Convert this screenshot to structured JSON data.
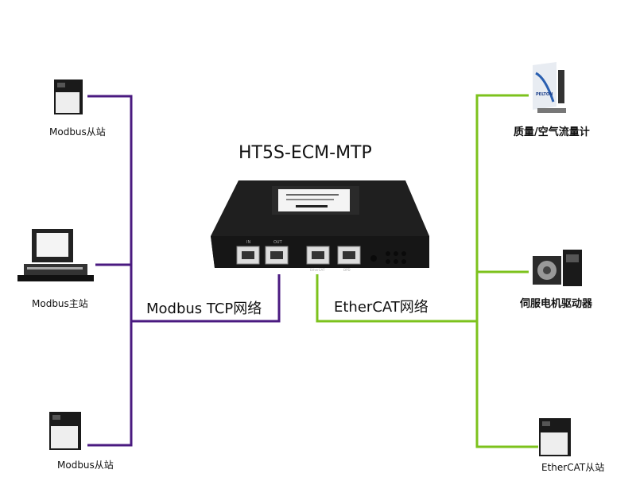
{
  "title": "HT5S-ECM-MTP",
  "left": {
    "network_label": "Modbus TCP网络",
    "nodes": [
      "Modbus从站",
      "Modbus主站",
      "Modbus从站"
    ]
  },
  "right": {
    "network_label": "EtherCAT网络",
    "nodes": [
      "质量/空气流量计",
      "伺服电机驱动器",
      "EtherCAT从站"
    ]
  },
  "gateway": {
    "port_labels": [
      "IN",
      "OUT",
      "EtherCAT",
      "DPD"
    ],
    "flowmeter_brand": "PELTON"
  },
  "colors": {
    "modbus_line": "#4a1a80",
    "ethercat_line": "#7cc21c"
  }
}
